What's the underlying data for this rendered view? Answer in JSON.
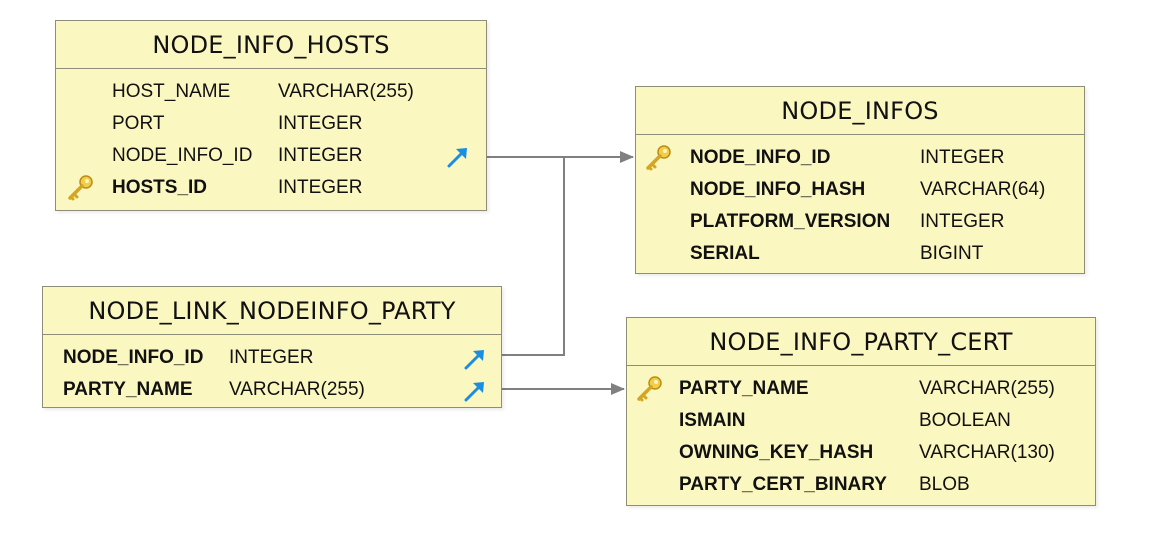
{
  "colors": {
    "table_fill": "#fbf7c0",
    "table_border": "#8e8e78",
    "connector": "#808080",
    "fk_arrow": "#1a8ee0",
    "key_gold": "#e8b82a"
  },
  "tables": {
    "node_info_hosts": {
      "title": "NODE_INFO_HOSTS",
      "rows": [
        {
          "name": "HOST_NAME",
          "type": "VARCHAR(255)"
        },
        {
          "name": "PORT",
          "type": "INTEGER"
        },
        {
          "name": "NODE_INFO_ID",
          "type": "INTEGER"
        },
        {
          "name": "HOSTS_ID",
          "type": "INTEGER"
        }
      ]
    },
    "node_infos": {
      "title": "NODE_INFOS",
      "rows": [
        {
          "name": "NODE_INFO_ID",
          "type": "INTEGER"
        },
        {
          "name": "NODE_INFO_HASH",
          "type": "VARCHAR(64)"
        },
        {
          "name": "PLATFORM_VERSION",
          "type": "INTEGER"
        },
        {
          "name": "SERIAL",
          "type": "BIGINT"
        }
      ]
    },
    "node_link_nodeinfo_party": {
      "title": "NODE_LINK_NODEINFO_PARTY",
      "rows": [
        {
          "name": "NODE_INFO_ID",
          "type": "INTEGER"
        },
        {
          "name": "PARTY_NAME",
          "type": "VARCHAR(255)"
        }
      ]
    },
    "node_info_party_cert": {
      "title": "NODE_INFO_PARTY_CERT",
      "rows": [
        {
          "name": "PARTY_NAME",
          "type": "VARCHAR(255)"
        },
        {
          "name": "ISMAIN",
          "type": "BOOLEAN"
        },
        {
          "name": "OWNING_KEY_HASH",
          "type": "VARCHAR(130)"
        },
        {
          "name": "PARTY_CERT_BINARY",
          "type": "BLOB"
        }
      ]
    }
  },
  "icons": {
    "primary_key": "key-icon",
    "foreign_key": "fk-arrow-icon"
  }
}
